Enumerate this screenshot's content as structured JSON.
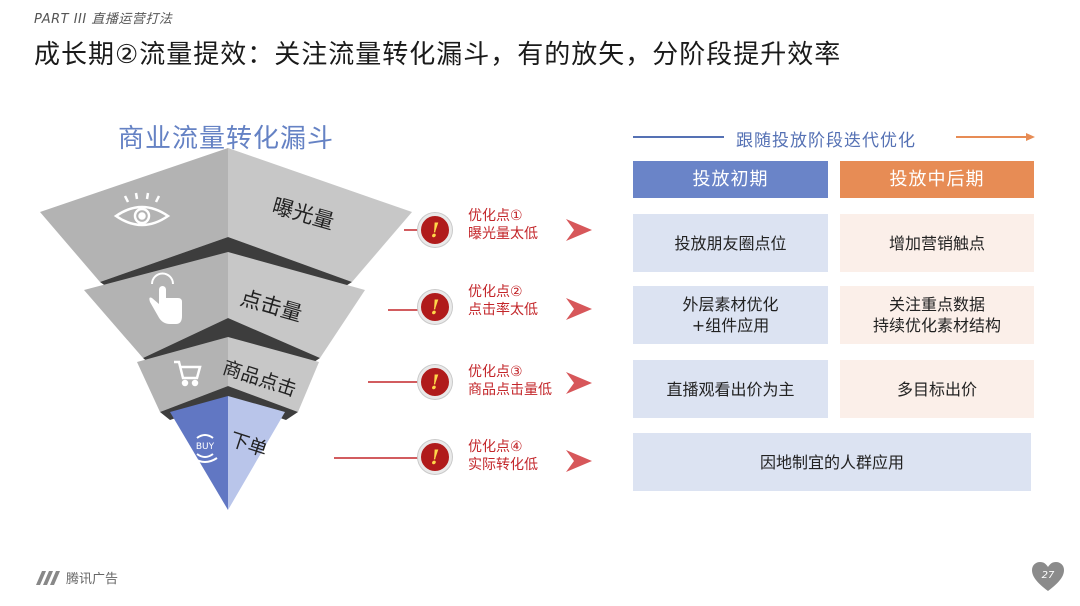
{
  "header": {
    "part": "PART III  直播运营打法",
    "title": "成长期②流量提效：关注流量转化漏斗，有的放矢，分阶段提升效率"
  },
  "funnel": {
    "heading": "商业流量转化漏斗",
    "stages": [
      {
        "label": "曝光量",
        "icon": "eye-icon"
      },
      {
        "label": "点击量",
        "icon": "pointer-hand-icon"
      },
      {
        "label": "商品点击",
        "icon": "cart-icon"
      },
      {
        "label": "下单",
        "icon": "buy-signal-icon",
        "icon_text": "BUY"
      }
    ],
    "colors": {
      "gray": "#bdbdbd",
      "dark_band": "#3a3a3a",
      "blue_left": "#6177c3",
      "blue_right": "#b9c5ea"
    }
  },
  "optimizations": [
    {
      "title": "优化点①",
      "desc": "曝光量太低"
    },
    {
      "title": "优化点②",
      "desc": "点击率太低"
    },
    {
      "title": "优化点③",
      "desc": "商品点击量低"
    },
    {
      "title": "优化点④",
      "desc": "实际转化低"
    }
  ],
  "iteration": {
    "label": "跟随投放阶段迭代优化",
    "columns": [
      {
        "title": "投放初期",
        "color": "#6a84c8"
      },
      {
        "title": "投放中后期",
        "color": "#e78c55"
      }
    ],
    "rows": [
      {
        "early": "投放朋友圈点位",
        "late": "增加营销触点"
      },
      {
        "early": "外层素材优化\n+组件应用",
        "late": "关注重点数据\n持续优化素材结构"
      },
      {
        "early": "直播观看出价为主",
        "late": "多目标出价"
      },
      {
        "merged": "因地制宜的人群应用"
      }
    ]
  },
  "footer": {
    "brand": "腾讯广告",
    "page_number": "27"
  }
}
